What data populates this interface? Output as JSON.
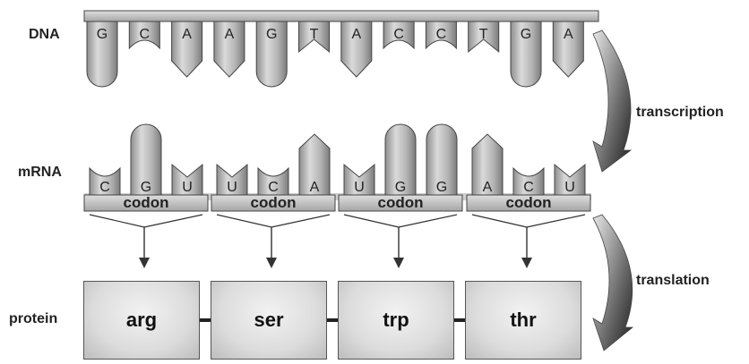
{
  "labels": {
    "dna": "DNA",
    "mrna": "mRNA",
    "protein": "protein",
    "transcription": "transcription",
    "translation": "translation"
  },
  "dna_bases": [
    "G",
    "C",
    "A",
    "A",
    "G",
    "T",
    "A",
    "C",
    "C",
    "T",
    "G",
    "A"
  ],
  "codons": [
    {
      "bases": [
        "C",
        "G",
        "U"
      ],
      "label": "codon",
      "amino_acid": "arg"
    },
    {
      "bases": [
        "U",
        "C",
        "A"
      ],
      "label": "codon",
      "amino_acid": "ser"
    },
    {
      "bases": [
        "U",
        "G",
        "G"
      ],
      "label": "codon",
      "amino_acid": "trp"
    },
    {
      "bases": [
        "A",
        "C",
        "U"
      ],
      "label": "codon",
      "amino_acid": "thr"
    }
  ],
  "colors": {
    "nucleotide_fill": "#b9b9b9",
    "backbone_fill": "#c8c8c8",
    "outline": "#444444",
    "arrow": "#333333"
  }
}
